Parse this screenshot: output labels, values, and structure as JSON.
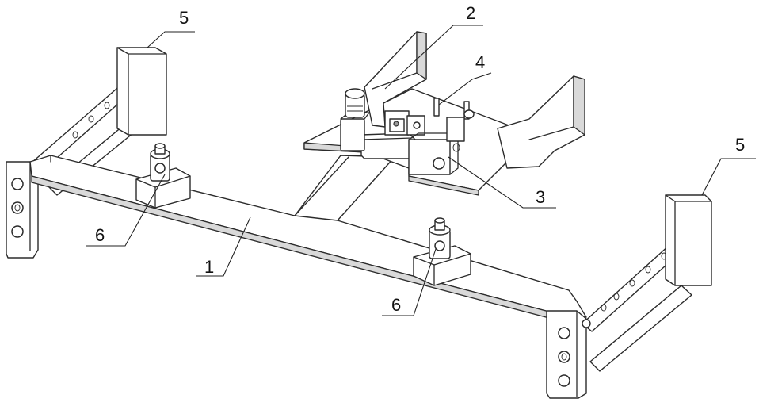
{
  "callouts": {
    "c1": "1",
    "c2": "2",
    "c3": "3",
    "c4": "4",
    "c5_left": "5",
    "c5_right": "5",
    "c6_left": "6",
    "c6_right": "6"
  }
}
